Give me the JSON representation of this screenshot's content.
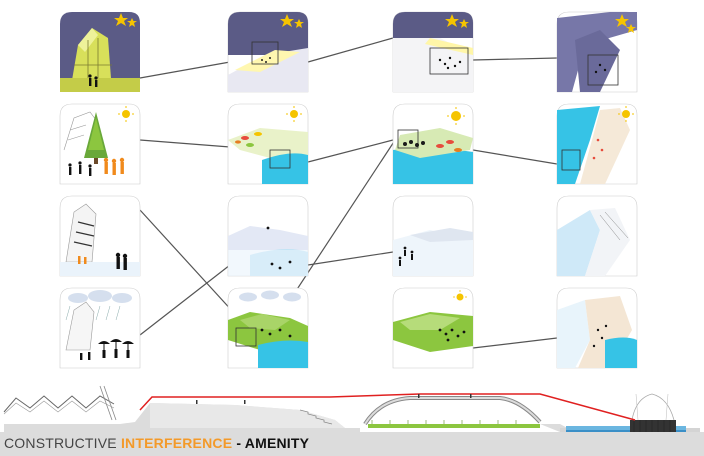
{
  "caption": {
    "part1": "CONSTRUCTIVE ",
    "part2": "INTERFERENCE",
    "part3": " - AMENITY"
  },
  "colors": {
    "night_sky": "#5b5b86",
    "sun": "#f5c400",
    "water": "#36c3e6",
    "grass": "#8cc63f",
    "orange_figures": "#f08a1c",
    "section_line": "#e02020",
    "caption_highlight": "#f39a2a"
  },
  "grid": {
    "columns": 4,
    "rows": 4,
    "rows_meaning": [
      "night",
      "summer",
      "winter",
      "rain"
    ]
  },
  "icons": [
    "star-icon",
    "sun-icon",
    "cloud-icon",
    "tree-icon",
    "umbrella-icon",
    "person-icon"
  ]
}
